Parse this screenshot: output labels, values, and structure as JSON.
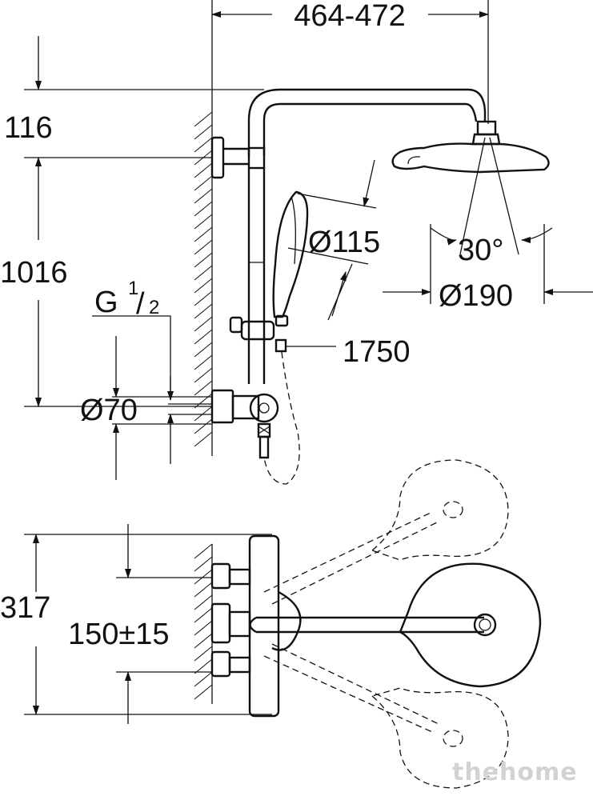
{
  "dimensions": {
    "width_span": "464-472",
    "height_116": "116",
    "height_1016": "1016",
    "thread_g": "G",
    "thread_num": "1",
    "thread_den": "2",
    "dia_70": "Ø70",
    "dia_115": "Ø115",
    "angle": "30°",
    "dia_190": "Ø190",
    "hose_1750": "1750",
    "depth_317": "317",
    "spacing": "150±15"
  },
  "watermark": "thehome"
}
